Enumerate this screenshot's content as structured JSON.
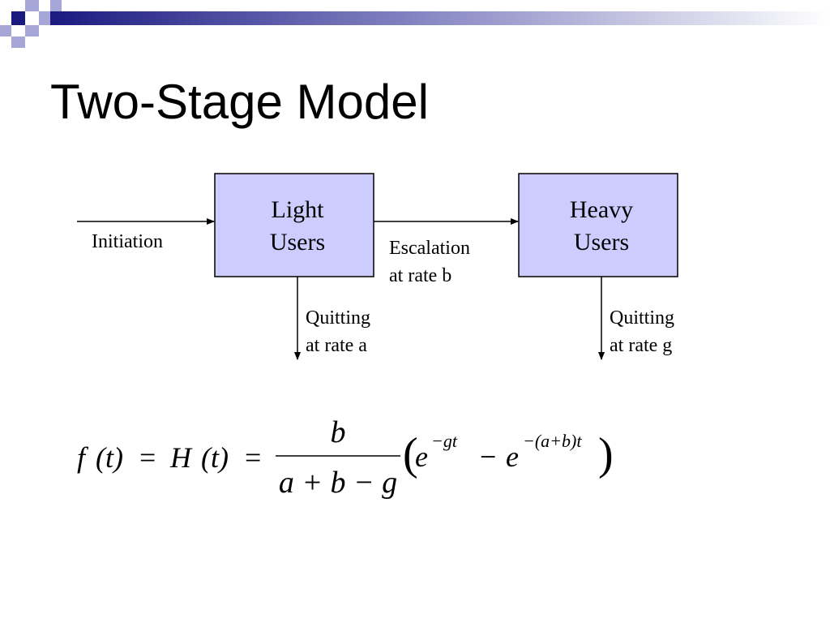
{
  "slide": {
    "title": "Two-Stage Model"
  },
  "colors": {
    "box_fill": "#ccccff",
    "box_stroke": "#000000",
    "deco_dark": "#1a1a80",
    "deco_light": "#a6a6d8"
  },
  "diagram": {
    "boxes": [
      {
        "line1": "Light",
        "line2": "Users"
      },
      {
        "line1": "Heavy",
        "line2": "Users"
      }
    ],
    "labels": {
      "initiation": "Initiation",
      "escalation": {
        "line1": "Escalation",
        "line2": "at rate b"
      },
      "quit_light": {
        "line1": "Quitting",
        "line2": "at rate a"
      },
      "quit_heavy": {
        "line1": "Quitting",
        "line2": "at rate g"
      }
    }
  },
  "formula": {
    "lhs1": "f",
    "lhs1_arg": "(t)",
    "eq1": "=",
    "lhs2": "H",
    "lhs2_arg": "(t)",
    "eq2": "=",
    "numerator": "b",
    "denominator": "a + b − g",
    "paren_open": "(",
    "term1_base": "e",
    "term1_exp": "−gt",
    "minus": "−",
    "term2_base": "e",
    "term2_exp": "−(a+b)t",
    "paren_close": ")"
  }
}
